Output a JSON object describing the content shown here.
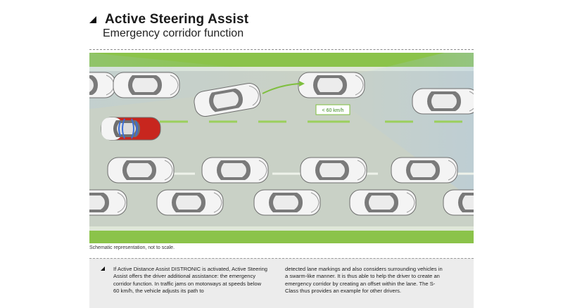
{
  "header": {
    "title": "Active Steering Assist",
    "subtitle": "Emergency corridor function"
  },
  "scene": {
    "speed_label": "< 60 km/h",
    "colors": {
      "road": "#c9d1c6",
      "verge_green": "#7fbf3f",
      "lane_mark": "#9bcf5c",
      "car_white": "#f4f4f4",
      "car_red": "#c8261e",
      "sensor_blue": "#3b6fd8"
    }
  },
  "caption": "Schematic representation, not to scale.",
  "body": {
    "col1": "If Active Distance Assist DISTRONIC is activated, Active Steering Assist offers the driver additional assistance: the emergency corridor function. In traffic jams on motorways at speeds below 60 km/h, the vehicle adjusts its path to",
    "col2": "detected lane markings and also considers surrounding vehicles in a swarm-like manner. It is thus able to help the driver to create an emergency corridor by creating an offset within the lane. The S-Class thus provides an example for other drivers."
  }
}
